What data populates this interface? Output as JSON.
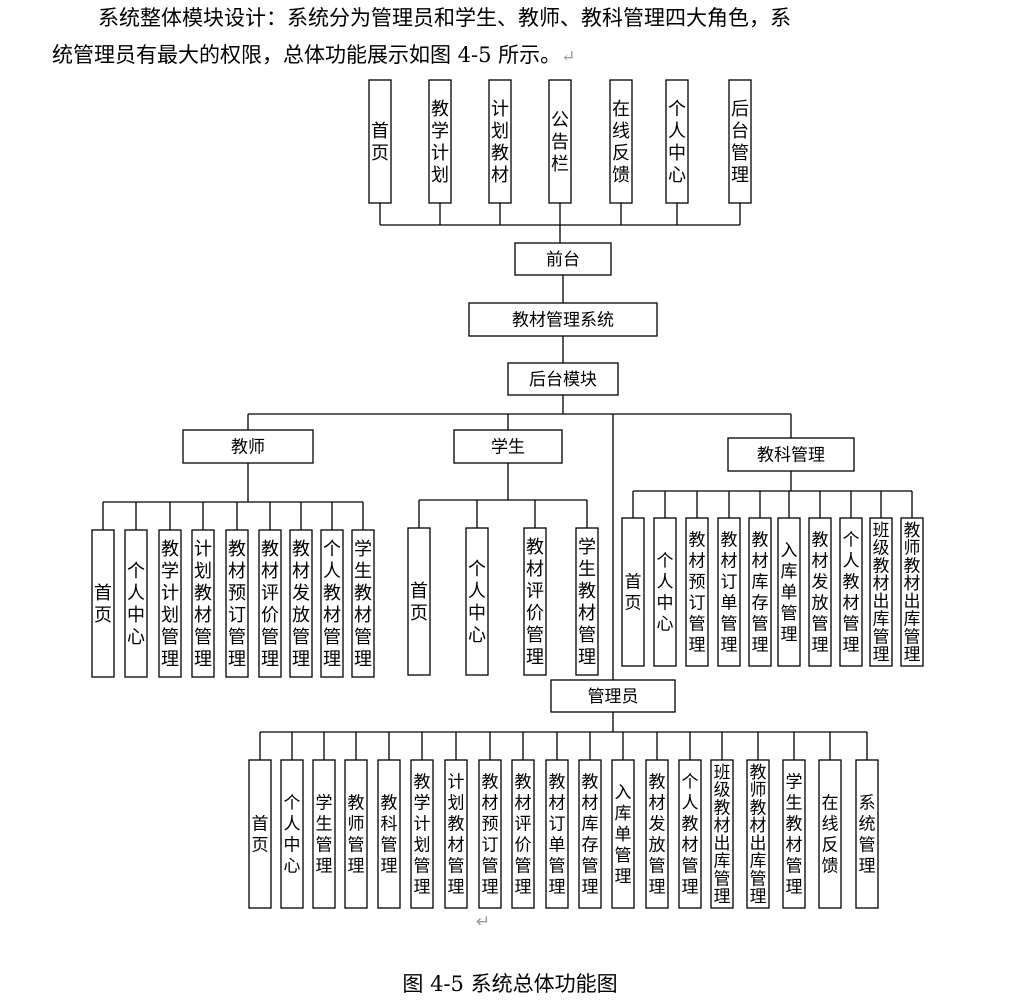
{
  "intro": {
    "line1": "系统整体模块设计：系统分为管理员和学生、教师、教科管理四大角色，系",
    "line2": "统管理员有最大的权限，总体功能展示如图 4-5 所示。",
    "return_mark": "↵"
  },
  "diagram": {
    "front_items": [
      "首页",
      "教学计划",
      "计划教材",
      "公告栏",
      "在线反馈",
      "个人中心",
      "后台管理"
    ],
    "front": "前台",
    "system": "教材管理系统",
    "backend": "后台模块",
    "teacher": {
      "label": "教师",
      "items": [
        "首页",
        "个人中心",
        "教学计划管理",
        "计划教材管理",
        "教材预订管理",
        "教材评价管理",
        "教材发放管理",
        "个人教材管理",
        "学生教材管理"
      ]
    },
    "student": {
      "label": "学生",
      "items": [
        "首页",
        "个人中心",
        "教材评价管理",
        "学生教材管理"
      ]
    },
    "academic": {
      "label": "教科管理",
      "items": [
        "首页",
        "个人中心",
        "教材预订管理",
        "教材订单管理",
        "教材库存管理",
        "入库单管理",
        "教材发放管理",
        "个人教材管理",
        "班级教材出库管理",
        "教师教材出库管理"
      ]
    },
    "admin": {
      "label": "管理员",
      "items": [
        "首页",
        "个人中心",
        "学生管理",
        "教师管理",
        "教科管理",
        "教学计划管理",
        "计划教材管理",
        "教材预订管理",
        "教材评价管理",
        "教材订单管理",
        "教材库存管理",
        "入库单管理",
        "教材发放管理",
        "个人教材管理",
        "班级教材出库管理",
        "教师教材出库管理",
        "学生教材管理",
        "在线反馈",
        "系统管理"
      ]
    }
  },
  "stray_mark": "↵",
  "caption": "图 4-5  系统总体功能图"
}
